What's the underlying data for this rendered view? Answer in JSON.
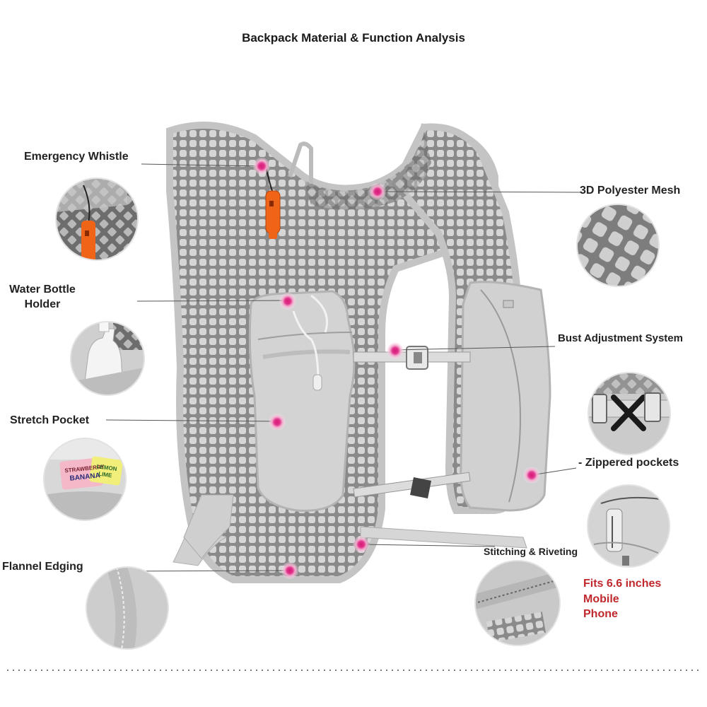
{
  "title": "Backpack Material & Function Analysis",
  "labels": {
    "emergency_whistle": "Emergency Whistle",
    "water_bottle_line1": "Water Bottle",
    "water_bottle_line2": "Holder",
    "stretch_pocket": "Stretch Pocket",
    "flannel_edging": "Flannel Edging",
    "polyester_mesh": "3D Polyester Mesh",
    "bust_adjustment": "Bust Adjustment System",
    "zippered_pockets": "- Zippered pockets",
    "stitching_riveting": "Stitching & Riveting",
    "phone_line1": "Fits 6.6 inches",
    "phone_line2": "Mobile",
    "phone_line3": "Phone"
  },
  "detail_images": {
    "whistle": "whistle-closeup",
    "bottle": "bottle-closeup",
    "snacks": "pocket-snacks-closeup",
    "snack_label_1a": "STRAWBERRY",
    "snack_label_1b": "BANANA",
    "snack_label_2a": "LEMON",
    "snack_label_2b": "LIME",
    "flannel": "flannel-closeup",
    "mesh": "mesh-closeup",
    "buckle": "buckle-closeup",
    "phone_pocket": "zipper-pocket-closeup",
    "stitching": "stitching-closeup"
  },
  "colors": {
    "hotspot": "#e0338c",
    "accent_text": "#c0282d",
    "whistle": "#f06418",
    "vest": "#cfcfcf"
  }
}
